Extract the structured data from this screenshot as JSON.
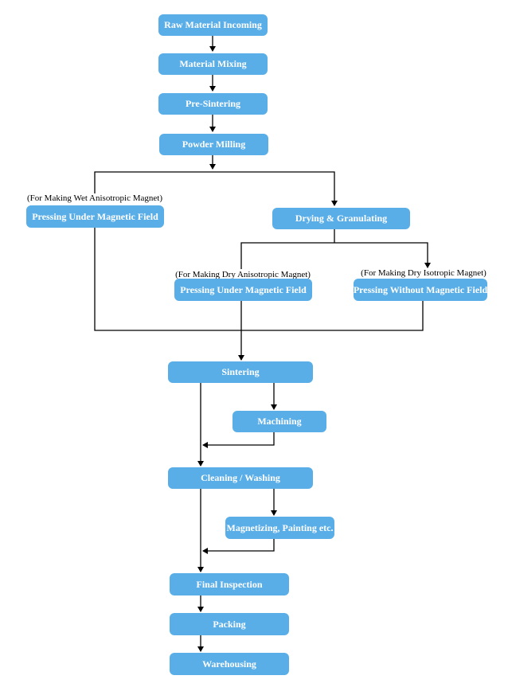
{
  "colors": {
    "box_fill": "#5aaee8",
    "box_text": "#ffffff",
    "line": "#000000"
  },
  "steps": {
    "raw_material": "Raw Material Incoming",
    "mixing": "Material Mixing",
    "pre_sintering": "Pre-Sintering",
    "powder_milling": "Powder Milling",
    "pressing_wet": "Pressing Under Magnetic Field",
    "drying": "Drying & Granulating",
    "pressing_dry": "Pressing Under Magnetic Field",
    "pressing_without": "Pressing Without Magnetic Field",
    "sintering": "Sintering",
    "machining": "Machining",
    "cleaning": "Cleaning / Washing",
    "magnetizing": "Magnetizing, Painting etc.",
    "final_inspection": "Final Inspection",
    "packing": "Packing",
    "warehousing": "Warehousing"
  },
  "notes": {
    "wet_anisotropic": "(For Making Wet Anisotropic Magnet)",
    "dry_anisotropic": "(For Making Dry Anisotropic Magnet)",
    "dry_isotropic": "(For Making Dry Isotropic Magnet)"
  }
}
